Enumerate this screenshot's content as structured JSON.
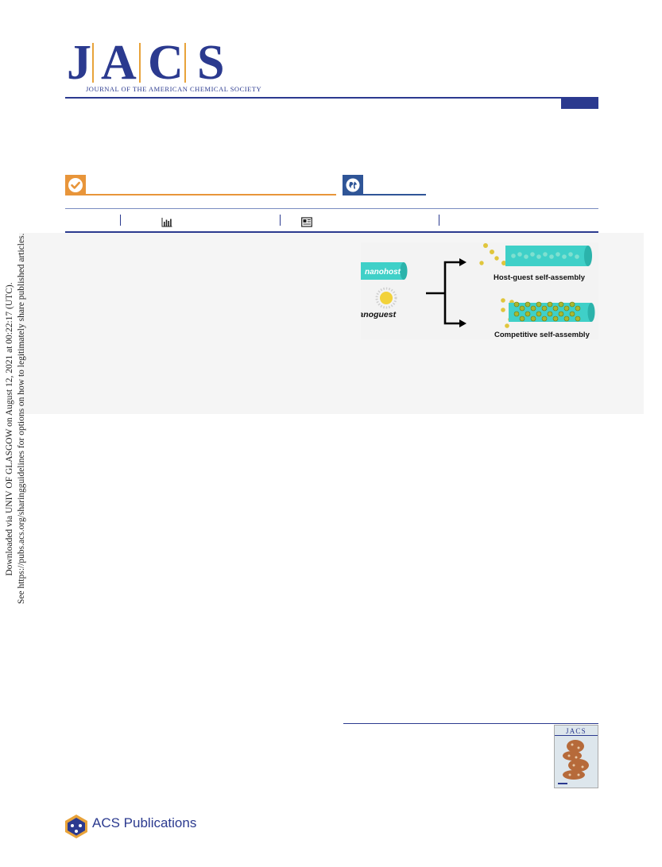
{
  "header": {
    "logo_letters": [
      "J",
      "A",
      "C",
      "S"
    ],
    "journal_name": "JOURNAL OF THE AMERICAN CHEMICAL SOCIETY"
  },
  "badges": {
    "orange_icon": "check-circle-icon",
    "blue_icon": "globe-icon",
    "orange_color": "#e8953a",
    "blue_color": "#2f5597"
  },
  "metrics": {
    "icons": [
      "bar-chart-icon",
      "article-icon"
    ]
  },
  "toc_graphic": {
    "host_label": "nanohost",
    "guest_label": "nanoguest",
    "outcome_top": "Host-guest self-assembly",
    "outcome_bottom": "Competitive self-assembly"
  },
  "side_note": {
    "line1": "Downloaded via UNIV OF GLASGOW on August 12, 2021 at 00:22:17 (UTC).",
    "line2": "See https://pubs.acs.org/sharingguidelines for options on how to legitimately share published articles."
  },
  "cover": {
    "title": "JACS"
  },
  "footer": {
    "publisher": "ACS Publications"
  },
  "colors": {
    "brand_blue": "#2b3a8f",
    "accent_gold": "#e8a33a",
    "panel_gray": "#f5f5f5"
  }
}
